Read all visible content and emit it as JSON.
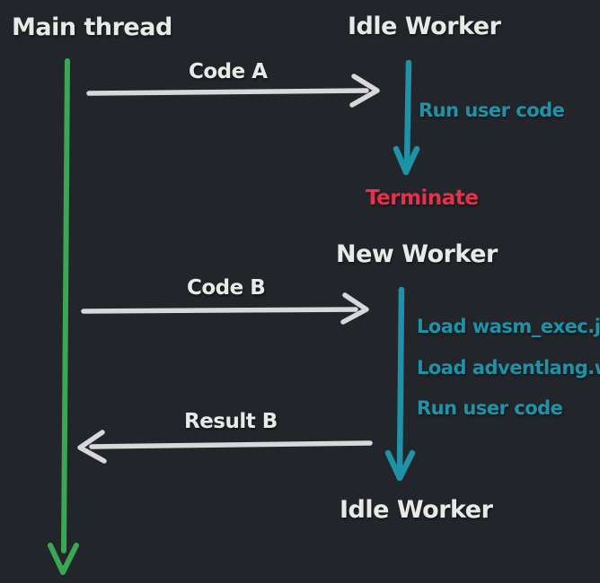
{
  "colors": {
    "background": "#22262b",
    "title": "#e9e9e7",
    "arrow": "#d8d8d8",
    "green": "#3aa853",
    "teal": "#1f92a8",
    "red": "#e8304a"
  },
  "lifelines": {
    "main_thread": {
      "label": "Main thread"
    },
    "idle_worker_top": {
      "label": "Idle Worker"
    },
    "new_worker": {
      "label": "New Worker"
    },
    "idle_worker_bottom": {
      "label": "Idle Worker"
    }
  },
  "messages": {
    "code_a": {
      "label": "Code A"
    },
    "code_b": {
      "label": "Code B"
    },
    "result_b": {
      "label": "Result B"
    }
  },
  "activities": {
    "run_user_code_top": {
      "label": "Run user code"
    },
    "terminate": {
      "label": "Terminate"
    },
    "load_wasm_exec": {
      "label": "Load wasm_exec.js"
    },
    "load_adventlang": {
      "label": "Load adventlang.wasm"
    },
    "run_user_code_bottom": {
      "label": "Run user code"
    }
  }
}
